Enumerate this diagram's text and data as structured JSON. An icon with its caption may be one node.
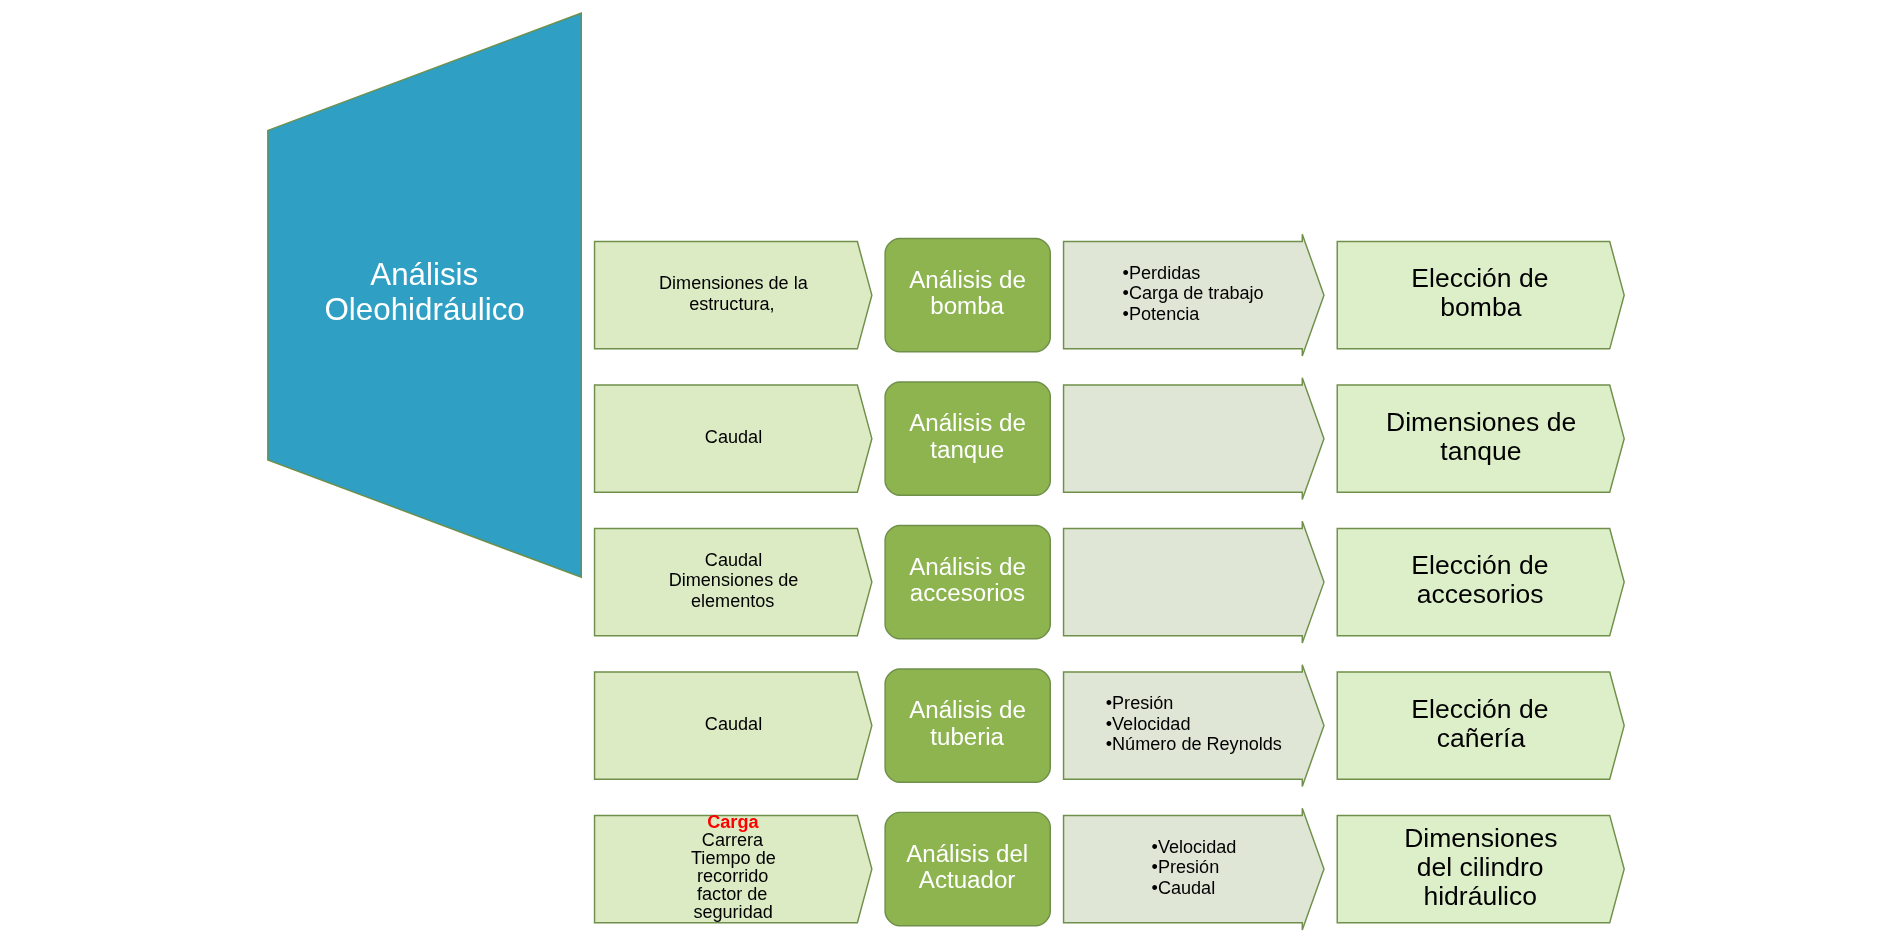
{
  "diagram": {
    "nodes": [
      {
        "text": [
          "Análisis Oleohidráulico"
        ]
      },
      {
        "text": [
          "Carga",
          "Carrera",
          "Tiempo de recorrido",
          "factor de seguridad"
        ]
      },
      {
        "text": [
          "Análisis del Actuador"
        ]
      },
      {
        "text": [
          "•Velocidad",
          "•Presión",
          "•Caudal"
        ]
      },
      {
        "text": [
          "Dimensiones del cilindro hidráulico"
        ]
      },
      {
        "text": [
          "Caudal"
        ]
      },
      {
        "text": [
          "Análisis de tuberia"
        ]
      },
      {
        "text": [
          "•Presión",
          "•Velocidad",
          "•Número de Reynolds"
        ]
      },
      {
        "text": [
          "Elección de cañería"
        ]
      },
      {
        "text": [
          "Dimensiones de la estructura,"
        ]
      },
      {
        "text": [
          "Análisis de bomba"
        ]
      },
      {
        "text": [
          "•Perdidas",
          "•Carga de trabajo",
          "•Potencia"
        ]
      },
      {
        "text": [
          "Elección de bomba"
        ]
      },
      {
        "text": [
          "Caudal"
        ]
      },
      {
        "text": [
          "Análisis de tanque"
        ]
      },
      {
        "text": [],
        "shape": "arrow"
      },
      {
        "text": [
          "Dimensiones de tanque"
        ]
      },
      {
        "text": [
          "Caudal",
          "Dimensiones de elementos"
        ]
      },
      {
        "text": [
          "Análisis de accesorios"
        ]
      },
      {
        "text": [],
        "shape": "arrow"
      },
      {
        "text": [
          "Elección de accesorios"
        ]
      }
    ]
  }
}
